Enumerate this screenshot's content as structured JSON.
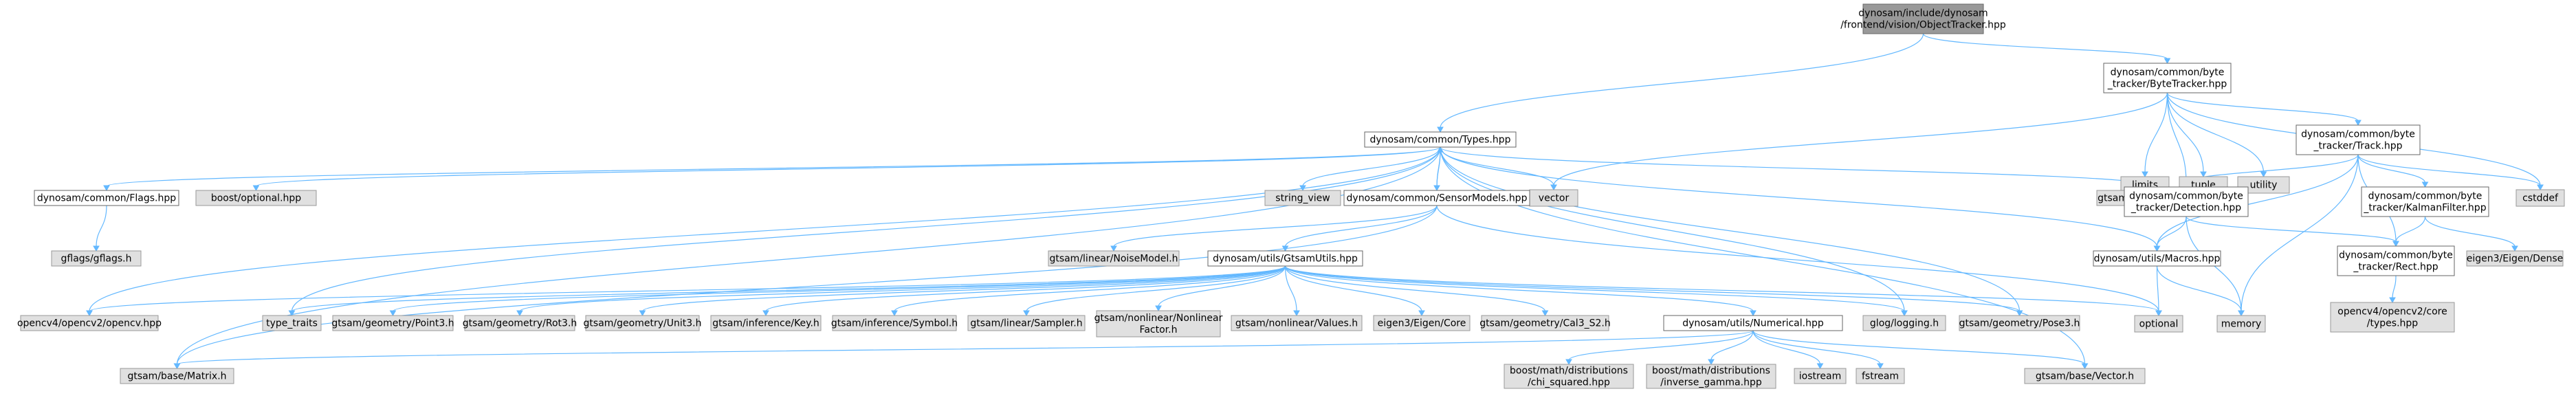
{
  "diagram": {
    "title": "",
    "nodes": [
      {
        "id": "root",
        "kind": "root",
        "lines": [
          "dynosam/include/dynosam",
          "/frontend/vision/ObjectTracker.hpp"
        ]
      },
      {
        "id": "bytetracker",
        "kind": "doc",
        "lines": [
          "dynosam/common/byte",
          "_tracker/ByteTracker.hpp"
        ]
      },
      {
        "id": "types",
        "kind": "doc",
        "lines": [
          "dynosam/common/Types.hpp"
        ]
      },
      {
        "id": "track",
        "kind": "doc",
        "lines": [
          "dynosam/common/byte",
          "_tracker/Track.hpp"
        ]
      },
      {
        "id": "limits",
        "kind": "ext",
        "lines": [
          "limits"
        ]
      },
      {
        "id": "tuple",
        "kind": "ext",
        "lines": [
          "tuple"
        ]
      },
      {
        "id": "utility",
        "kind": "ext",
        "lines": [
          "utility"
        ]
      },
      {
        "id": "vector",
        "kind": "ext",
        "lines": [
          "vector"
        ]
      },
      {
        "id": "cstddef",
        "kind": "ext",
        "lines": [
          "cstddef"
        ]
      },
      {
        "id": "flags",
        "kind": "doc",
        "lines": [
          "dynosam/common/Flags.hpp"
        ]
      },
      {
        "id": "boostopt",
        "kind": "ext",
        "lines": [
          "boost/optional.hpp"
        ]
      },
      {
        "id": "strview",
        "kind": "ext",
        "lines": [
          "string_view"
        ]
      },
      {
        "id": "sensor",
        "kind": "doc",
        "lines": [
          "dynosam/common/SensorModels.hpp"
        ]
      },
      {
        "id": "fastmap",
        "kind": "ext",
        "lines": [
          "gtsam/base/FastMap.h"
        ]
      },
      {
        "id": "detection",
        "kind": "doc",
        "lines": [
          "dynosam/common/byte",
          "_tracker/Detection.hpp"
        ]
      },
      {
        "id": "kalman",
        "kind": "doc",
        "lines": [
          "dynosam/common/byte",
          "_tracker/KalmanFilter.hpp"
        ]
      },
      {
        "id": "gflags",
        "kind": "ext",
        "lines": [
          "gflags/gflags.h"
        ]
      },
      {
        "id": "noise",
        "kind": "ext",
        "lines": [
          "gtsam/linear/NoiseModel.h"
        ]
      },
      {
        "id": "gtsamutils",
        "kind": "doc",
        "lines": [
          "dynosam/utils/GtsamUtils.hpp"
        ]
      },
      {
        "id": "macros",
        "kind": "doc",
        "lines": [
          "dynosam/utils/Macros.hpp"
        ]
      },
      {
        "id": "rect",
        "kind": "doc",
        "lines": [
          "dynosam/common/byte",
          "_tracker/Rect.hpp"
        ]
      },
      {
        "id": "eigendense",
        "kind": "ext",
        "lines": [
          "eigen3/Eigen/Dense"
        ]
      },
      {
        "id": "opencv",
        "kind": "ext",
        "lines": [
          "opencv4/opencv2/opencv.hpp"
        ]
      },
      {
        "id": "typetraits",
        "kind": "ext",
        "lines": [
          "type_traits"
        ]
      },
      {
        "id": "point3",
        "kind": "ext",
        "lines": [
          "gtsam/geometry/Point3.h"
        ]
      },
      {
        "id": "rot3",
        "kind": "ext",
        "lines": [
          "gtsam/geometry/Rot3.h"
        ]
      },
      {
        "id": "unit3",
        "kind": "ext",
        "lines": [
          "gtsam/geometry/Unit3.h"
        ]
      },
      {
        "id": "key",
        "kind": "ext",
        "lines": [
          "gtsam/inference/Key.h"
        ]
      },
      {
        "id": "symbol",
        "kind": "ext",
        "lines": [
          "gtsam/inference/Symbol.h"
        ]
      },
      {
        "id": "sampler",
        "kind": "ext",
        "lines": [
          "gtsam/linear/Sampler.h"
        ]
      },
      {
        "id": "nlfactor",
        "kind": "ext",
        "lines": [
          "gtsam/nonlinear/Nonlinear",
          "Factor.h"
        ]
      },
      {
        "id": "values",
        "kind": "ext",
        "lines": [
          "gtsam/nonlinear/Values.h"
        ]
      },
      {
        "id": "eigencore",
        "kind": "ext",
        "lines": [
          "eigen3/Eigen/Core"
        ]
      },
      {
        "id": "cal3",
        "kind": "ext",
        "lines": [
          "gtsam/geometry/Cal3_S2.h"
        ]
      },
      {
        "id": "numerical",
        "kind": "doc",
        "lines": [
          "dynosam/utils/Numerical.hpp"
        ]
      },
      {
        "id": "glog",
        "kind": "ext",
        "lines": [
          "glog/logging.h"
        ]
      },
      {
        "id": "pose3",
        "kind": "ext",
        "lines": [
          "gtsam/geometry/Pose3.h"
        ]
      },
      {
        "id": "optional",
        "kind": "ext",
        "lines": [
          "optional"
        ]
      },
      {
        "id": "memory",
        "kind": "ext",
        "lines": [
          "memory"
        ]
      },
      {
        "id": "cvtypes",
        "kind": "ext",
        "lines": [
          "opencv4/opencv2/core",
          "/types.hpp"
        ]
      },
      {
        "id": "matrix",
        "kind": "ext",
        "lines": [
          "gtsam/base/Matrix.h"
        ]
      },
      {
        "id": "chisq",
        "kind": "ext",
        "lines": [
          "boost/math/distributions",
          "/chi_squared.hpp"
        ]
      },
      {
        "id": "invgamma",
        "kind": "ext",
        "lines": [
          "boost/math/distributions",
          "/inverse_gamma.hpp"
        ]
      },
      {
        "id": "iostream",
        "kind": "ext",
        "lines": [
          "iostream"
        ]
      },
      {
        "id": "fstream",
        "kind": "ext",
        "lines": [
          "fstream"
        ]
      },
      {
        "id": "bvector",
        "kind": "ext",
        "lines": [
          "gtsam/base/Vector.h"
        ]
      }
    ],
    "edges": [
      [
        "root",
        "types"
      ],
      [
        "root",
        "bytetracker"
      ],
      [
        "bytetracker",
        "limits"
      ],
      [
        "bytetracker",
        "tuple"
      ],
      [
        "bytetracker",
        "utility"
      ],
      [
        "bytetracker",
        "vector"
      ],
      [
        "bytetracker",
        "cstddef"
      ],
      [
        "bytetracker",
        "track"
      ],
      [
        "bytetracker",
        "detection"
      ],
      [
        "types",
        "flags"
      ],
      [
        "types",
        "boostopt"
      ],
      [
        "types",
        "strview"
      ],
      [
        "types",
        "sensor"
      ],
      [
        "types",
        "fastmap"
      ],
      [
        "types",
        "vector"
      ],
      [
        "types",
        "opencv"
      ],
      [
        "types",
        "typetraits"
      ],
      [
        "types",
        "matrix"
      ],
      [
        "types",
        "glog"
      ],
      [
        "types",
        "pose3"
      ],
      [
        "types",
        "bvector"
      ],
      [
        "types",
        "macros"
      ],
      [
        "sensor",
        "types"
      ],
      [
        "sensor",
        "noise"
      ],
      [
        "sensor",
        "gtsamutils"
      ],
      [
        "sensor",
        "matrix"
      ],
      [
        "sensor",
        "optional"
      ],
      [
        "flags",
        "gflags"
      ],
      [
        "track",
        "detection"
      ],
      [
        "track",
        "kalman"
      ],
      [
        "track",
        "rect"
      ],
      [
        "track",
        "macros"
      ],
      [
        "track",
        "memory"
      ],
      [
        "track",
        "cstddef"
      ],
      [
        "detection",
        "macros"
      ],
      [
        "detection",
        "rect"
      ],
      [
        "detection",
        "memory"
      ],
      [
        "kalman",
        "rect"
      ],
      [
        "kalman",
        "eigendense"
      ],
      [
        "rect",
        "cvtypes"
      ],
      [
        "macros",
        "memory"
      ],
      [
        "macros",
        "optional"
      ],
      [
        "gtsamutils",
        "opencv"
      ],
      [
        "gtsamutils",
        "typetraits"
      ],
      [
        "gtsamutils",
        "point3"
      ],
      [
        "gtsamutils",
        "rot3"
      ],
      [
        "gtsamutils",
        "unit3"
      ],
      [
        "gtsamutils",
        "key"
      ],
      [
        "gtsamutils",
        "symbol"
      ],
      [
        "gtsamutils",
        "sampler"
      ],
      [
        "gtsamutils",
        "nlfactor"
      ],
      [
        "gtsamutils",
        "values"
      ],
      [
        "gtsamutils",
        "eigencore"
      ],
      [
        "gtsamutils",
        "cal3"
      ],
      [
        "gtsamutils",
        "numerical"
      ],
      [
        "gtsamutils",
        "glog"
      ],
      [
        "gtsamutils",
        "pose3"
      ],
      [
        "gtsamutils",
        "optional"
      ],
      [
        "numerical",
        "matrix"
      ],
      [
        "numerical",
        "chisq"
      ],
      [
        "numerical",
        "invgamma"
      ],
      [
        "numerical",
        "iostream"
      ],
      [
        "numerical",
        "fstream"
      ],
      [
        "numerical",
        "bvector"
      ]
    ]
  }
}
